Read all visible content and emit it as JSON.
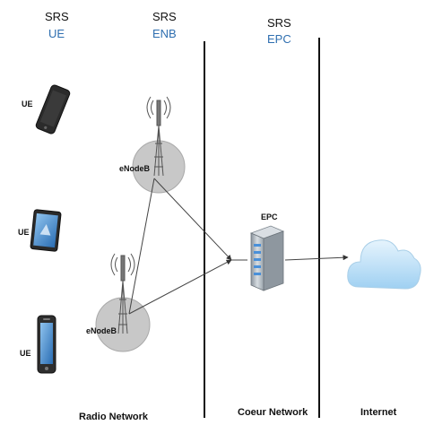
{
  "headers": {
    "ue": {
      "title": "SRS",
      "subtitle": "UE"
    },
    "enb": {
      "title": "SRS",
      "subtitle": "ENB"
    },
    "epc": {
      "title": "SRS",
      "subtitle": "EPC"
    }
  },
  "devices": [
    {
      "label": "UE",
      "kind": "smartphone-icon"
    },
    {
      "label": "UE",
      "kind": "tablet-icon"
    },
    {
      "label": "UE",
      "kind": "mobile-phone-icon"
    }
  ],
  "nodes": {
    "enodeb_top": {
      "label": "eNodeB"
    },
    "enodeb_bottom": {
      "label": "eNodeB"
    },
    "epc": {
      "label": "EPC"
    }
  },
  "zones": {
    "radio": "Radio Network",
    "core": "Coeur Network",
    "internet": "Internet"
  },
  "colors": {
    "accent": "#2f6fb0",
    "cell": "#c8c8c8",
    "cloud": "#bfe0f7",
    "line": "#444444"
  }
}
